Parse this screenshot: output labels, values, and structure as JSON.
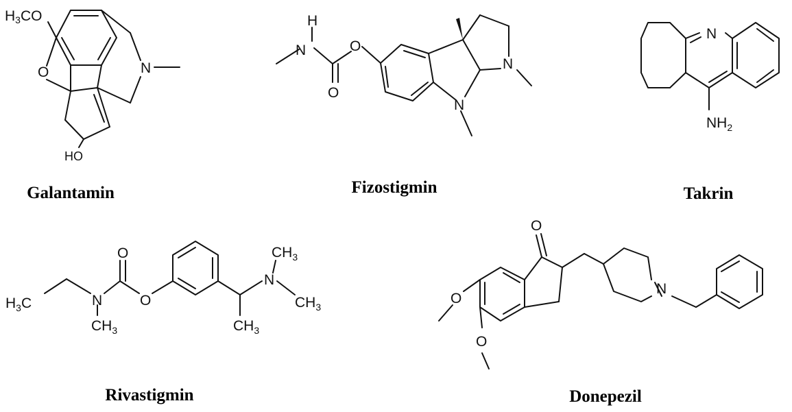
{
  "molecules": [
    {
      "key": "galantamin",
      "caption": "Galantamin",
      "labels": {
        "methoxy": "H3CO",
        "methoxy_h": "H",
        "methoxy_sub": "3",
        "methoxy_rest": "CO",
        "oxygen": "O",
        "nitrogen": "N",
        "hydroxyl": "HO"
      }
    },
    {
      "key": "fizostigmin",
      "caption": "Fizostigmin",
      "labels": {
        "nh_n": "N",
        "nh_h": "H",
        "carbonyl_o": "O",
        "ester_o": "O",
        "n1": "N",
        "n2": "N"
      }
    },
    {
      "key": "takrin",
      "caption": "Takrin",
      "labels": {
        "ring_n": "N",
        "amine": "NH2",
        "amine_main": "NH",
        "amine_sub": "2"
      }
    },
    {
      "key": "rivastigmin",
      "caption": "Rivastigmin",
      "labels": {
        "ethyl": "H3C",
        "ethyl_h": "H",
        "ethyl_sub": "3",
        "ethyl_c": "C",
        "n_carbamate": "N",
        "n_methyl": "CH3",
        "carbonyl_o": "O",
        "ester_o": "O",
        "n_amine": "N",
        "amine_me1": "CH3",
        "amine_me2": "CH3",
        "alpha_me": "CH3",
        "ch": "CH",
        "sub3": "3"
      }
    },
    {
      "key": "donepezil",
      "caption": "Donepezil",
      "labels": {
        "ketone_o": "O",
        "methoxy_o1": "O",
        "methoxy_o2": "O",
        "piperidine_n": "N"
      }
    }
  ]
}
